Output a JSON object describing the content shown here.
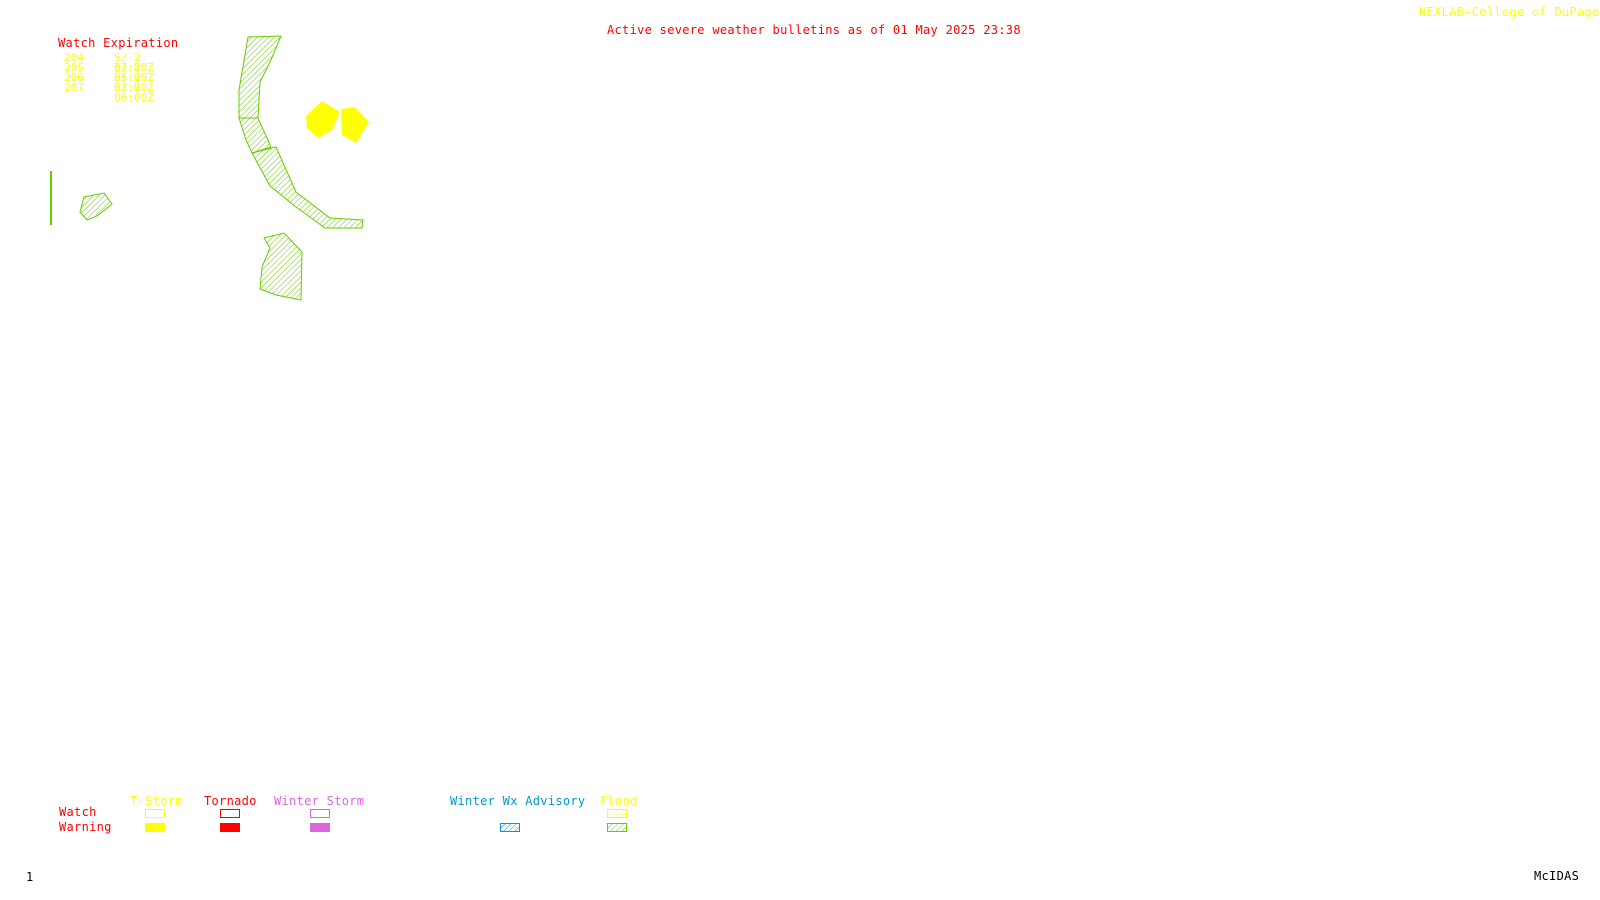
{
  "header": {
    "title": "Active severe weather bulletins as of 01 May 2025 23:38",
    "credit": "NEXLAB-College of DuPage R"
  },
  "watch_expiration": {
    "title": "Watch Expiration",
    "watches": [
      {
        "id": "204",
        "expires": "5/ 2 03:00Z"
      },
      {
        "id": "205",
        "expires": "5/ 2 05:00Z"
      },
      {
        "id": "206",
        "expires": "5/ 2 03:00Z"
      },
      {
        "id": "207",
        "expires": "5/ 2 06:00Z"
      }
    ]
  },
  "map": {
    "polygons": [
      {
        "type": "t-storm-warning",
        "color": "#ffff00"
      },
      {
        "type": "t-storm-warning",
        "color": "#ffff00"
      },
      {
        "type": "flood-warning",
        "color": "#66cc00"
      },
      {
        "type": "flood-warning",
        "color": "#66cc00"
      },
      {
        "type": "flood-warning",
        "color": "#66cc00"
      },
      {
        "type": "flood-warning",
        "color": "#66cc00"
      },
      {
        "type": "flood-warning",
        "color": "#66cc00"
      }
    ]
  },
  "legend": {
    "row_labels": {
      "watch": "Watch",
      "warning": "Warning"
    },
    "categories": [
      {
        "name": "T-Storm",
        "color": "#ffff00",
        "warning_style": "solid"
      },
      {
        "name": "Tornado",
        "color": "#ff0000",
        "warning_style": "solid"
      },
      {
        "name": "Winter Storm",
        "color": "#dd66dd",
        "warning_style": "solid"
      },
      {
        "name": "Winter Wx Advisory",
        "color": "#0099cc",
        "warning_style": "hatched"
      },
      {
        "name": "Flood",
        "color": "#ffff00",
        "hatch_color": "#66cc00",
        "warning_style": "hatched"
      }
    ]
  },
  "footer": {
    "frame_number": "1",
    "software": "McIDAS"
  }
}
